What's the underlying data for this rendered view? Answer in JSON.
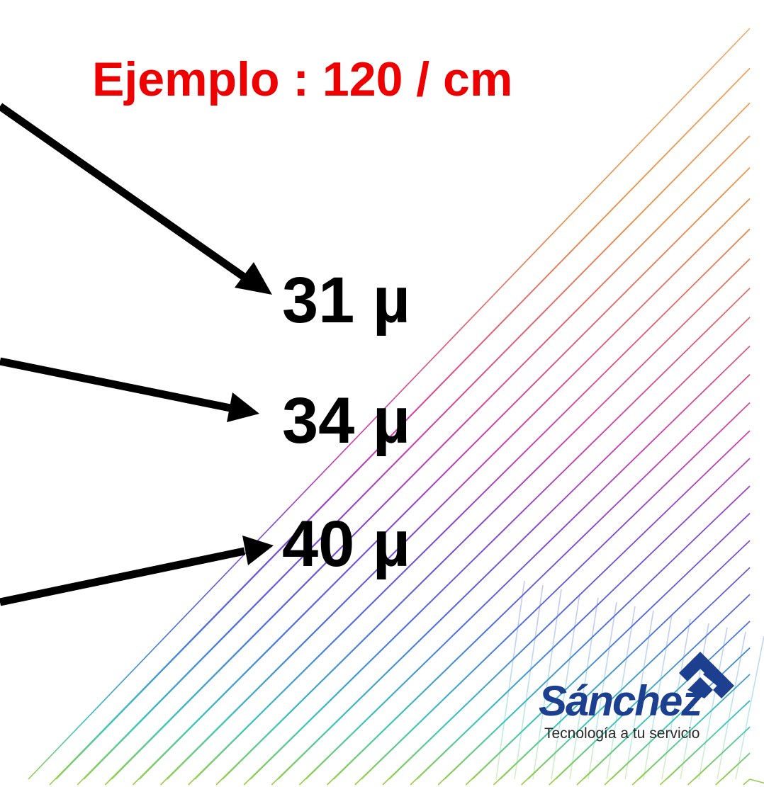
{
  "title": "Ejemplo : 120 / cm",
  "measurements": [
    "31 µ",
    "34 µ",
    "40 µ"
  ],
  "logo": {
    "name": "Sánchez",
    "registered_mark": "®",
    "slogan": "Tecnología a tu servicio"
  },
  "colors": {
    "title": "#ee0000",
    "text": "#000000",
    "logo": "#1d3f8f"
  }
}
